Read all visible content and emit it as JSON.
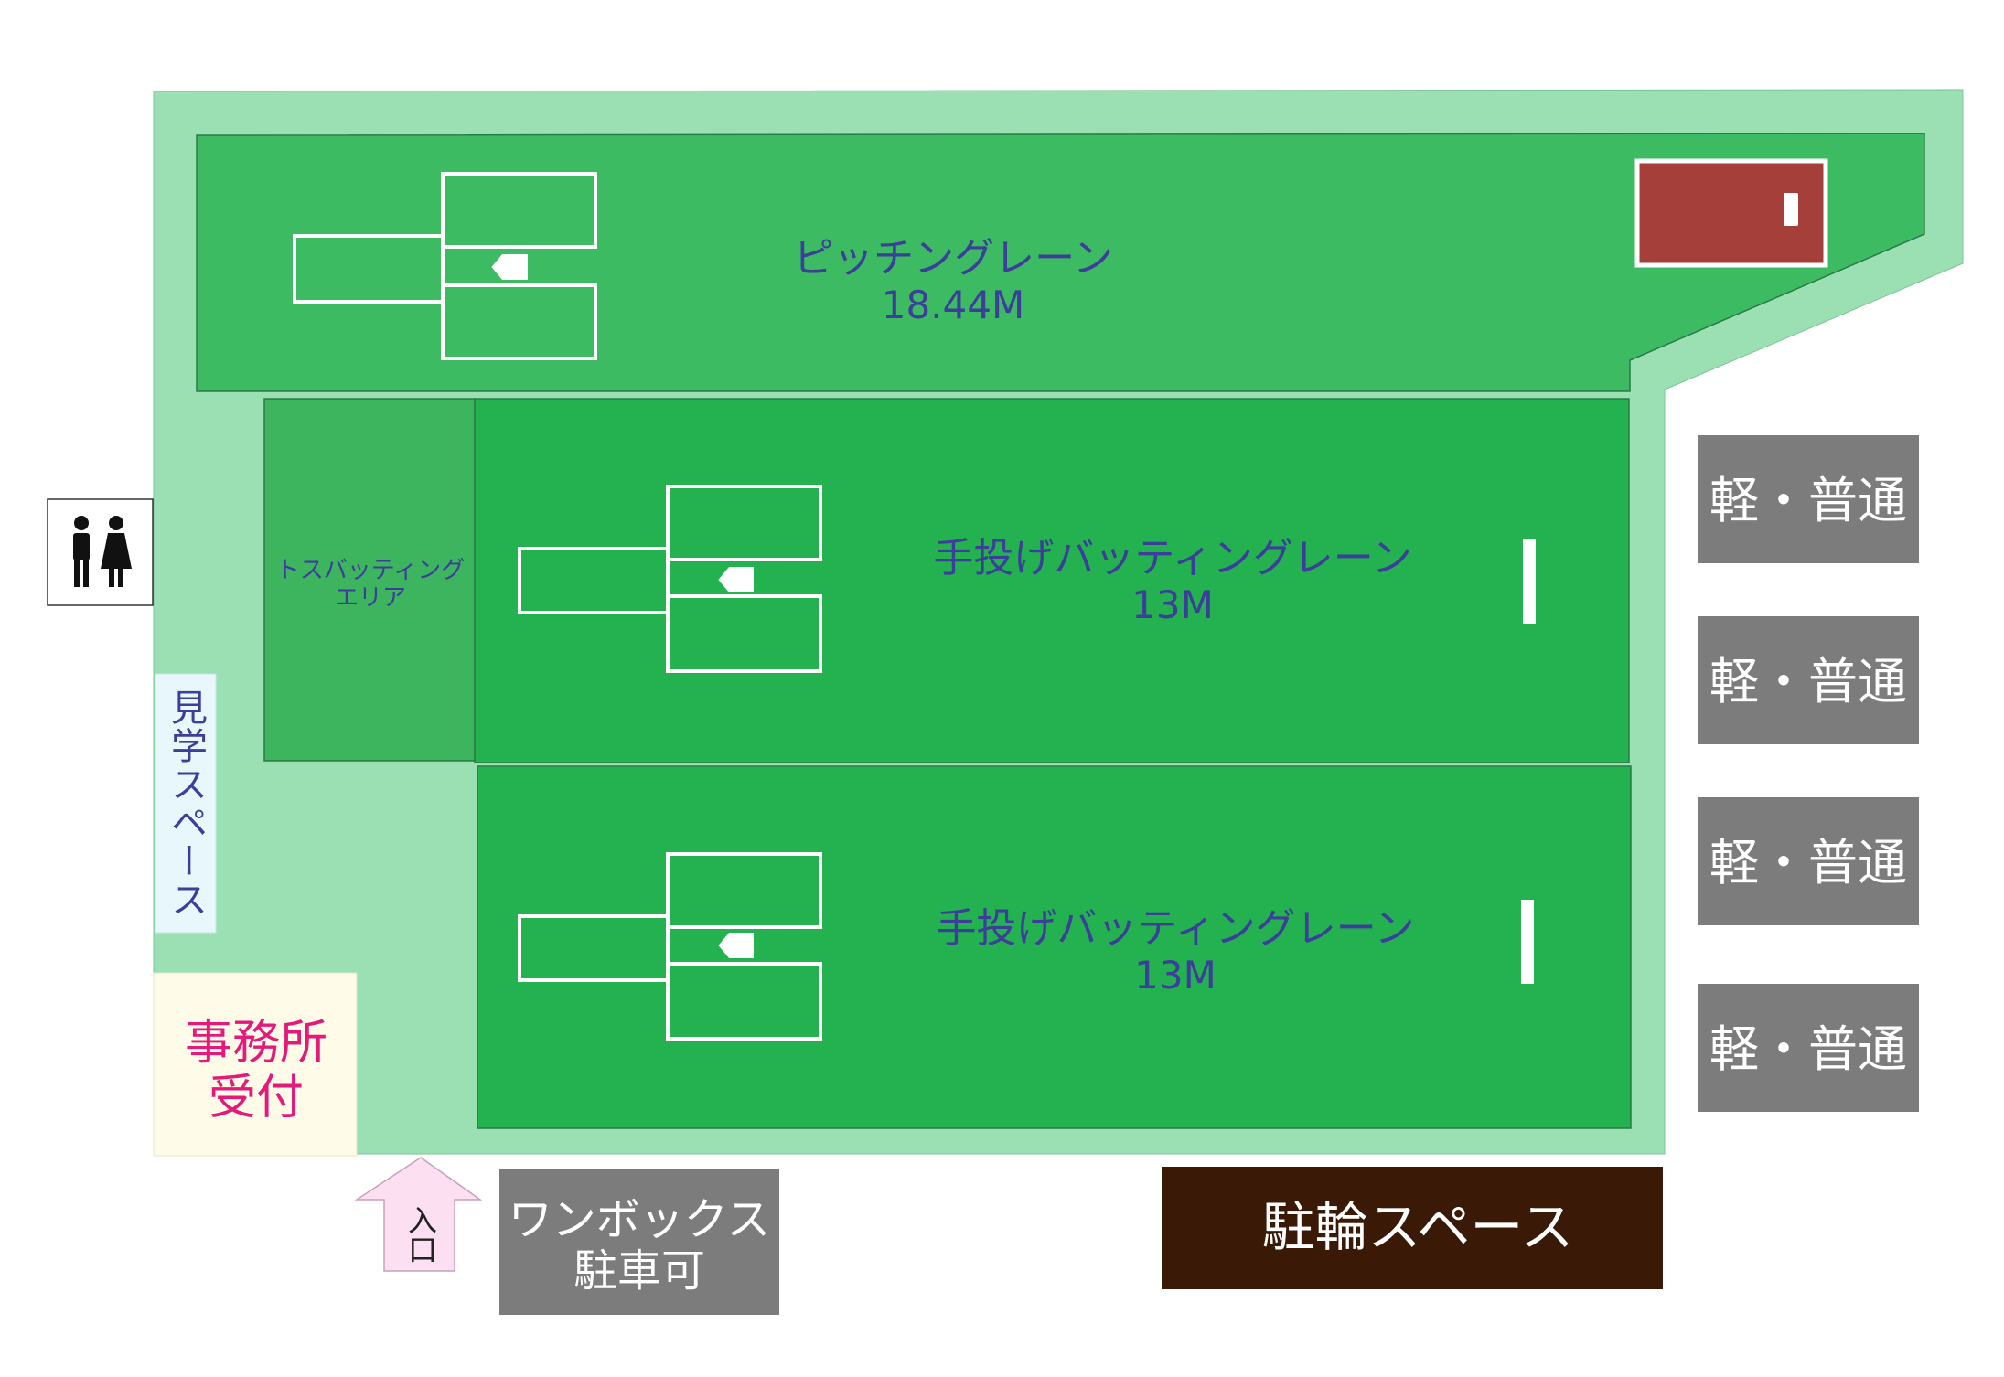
{
  "colors": {
    "outer_field": "#9be0b3",
    "pitching_lane": "#3cbb63",
    "toss_area": "#3db45e",
    "batting_lane": "#23b24f",
    "lane_text": "#3b3f9a",
    "office_bg": "#fefce8",
    "office_text": "#e4197a",
    "viewing_bg": "#e8f7fb",
    "parking_gray": "#7c7c7c",
    "bike_bg": "#3a1a06",
    "entrance_fill": "#fcdff1",
    "machine_red": "#a53f39"
  },
  "lanes": {
    "pitching": {
      "name": "ピッチングレーン",
      "distance": "18.44M"
    },
    "toss": {
      "line1": "トスバッティング",
      "line2": "エリア"
    },
    "batting_1": {
      "name": "手投げバッティングレーン",
      "distance": "13M"
    },
    "batting_2": {
      "name": "手投げバッティングレーン",
      "distance": "13M"
    }
  },
  "facilities": {
    "viewing_space": "見学スペース",
    "office_line1": "事務所",
    "office_line2": "受付",
    "entrance": "入口",
    "toilet_icon": "restroom-icon"
  },
  "parking": {
    "spots": [
      "軽・普通",
      "軽・普通",
      "軽・普通",
      "軽・普通"
    ],
    "onebox_line1": "ワンボックス",
    "onebox_line2": "駐車可",
    "bike": "駐輪スペース"
  }
}
